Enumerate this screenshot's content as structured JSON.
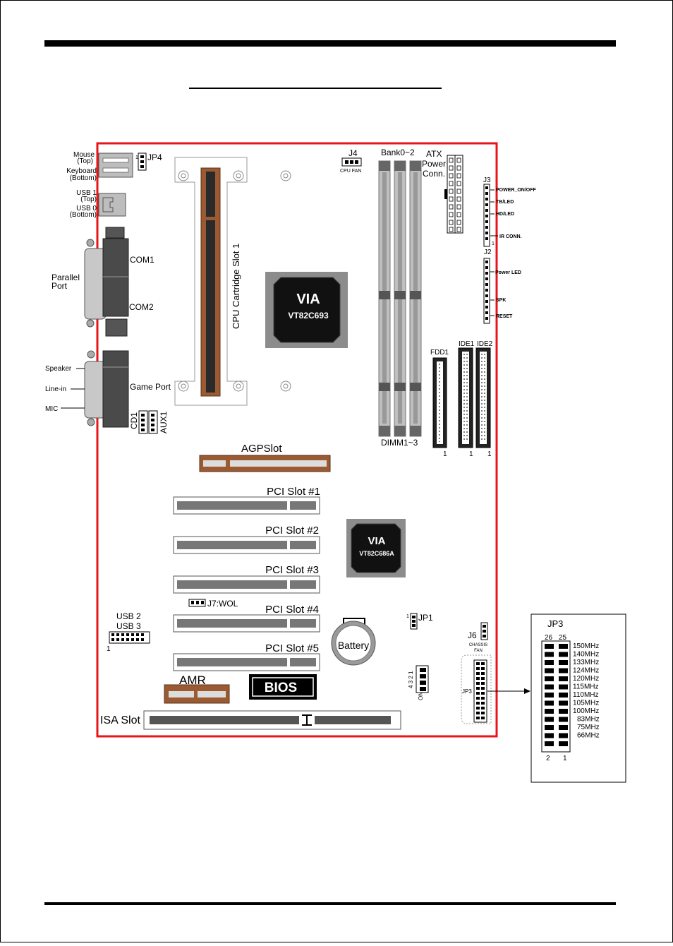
{
  "board": {
    "connectors_left": {
      "mouse": "Mouse",
      "mouse_sub": "(Top)",
      "keyboard": "Keyboard",
      "keyboard_sub": "(Bottom)",
      "usb1": "USB 1",
      "usb1_sub": "(Top)",
      "usb0": "USB 0",
      "usb0_sub": "(Bottom)",
      "parallel": "Parallel",
      "parallel_sub": "Port",
      "com1": "COM1",
      "com2": "COM2",
      "speaker": "Speaker",
      "line_in": "Line-in",
      "mic": "MIC",
      "game_port": "Game Port",
      "cd1": "CD1",
      "aux1": "AUX1",
      "jp4": "JP4",
      "jp4_pin": "1"
    },
    "cpu_slot": "CPU Cartridge Slot 1",
    "north_bridge": {
      "brand": "VIA",
      "model": "VT82C693"
    },
    "south_bridge": {
      "brand": "VIA",
      "model": "VT82C686A"
    },
    "j4": "J4",
    "cpu_fan": "CPU FAN",
    "bank": "Bank0~2",
    "atx": [
      "ATX",
      "Power",
      "Conn."
    ],
    "dimm": "DIMM1~3",
    "j3": "J3",
    "j3_pins": [
      "POWER_ON/OFF",
      "TB/LED",
      "HD/LED",
      "IR CONN."
    ],
    "j3_pin1": "1",
    "j2": "J2",
    "j2_pins": [
      "Power LED",
      "SPK",
      "RESET"
    ],
    "fdd1": "FDD1",
    "ide1": "IDE1",
    "ide2": "IDE2",
    "pin_one": "1",
    "agp": "AGPSlot",
    "pci": [
      "PCI Slot #1",
      "PCI Slot #2",
      "PCI Slot #3",
      "PCI Slot #4",
      "PCI Slot #5"
    ],
    "j7": "J7:WOL",
    "usb23": [
      "USB 2",
      "USB 3"
    ],
    "usb23_pin": "1",
    "battery": "Battery",
    "jp1": "JP1",
    "jp1_pin": "1",
    "j6": "J6",
    "chassis_fan": [
      "CHASSIS",
      "FAN"
    ],
    "dip_numbers": "4 3 2 1",
    "dip_on": "ON",
    "jp3_small": "JP3",
    "amr": "AMR",
    "bios": "BIOS",
    "isa": "ISA Slot"
  },
  "jp3_detail": {
    "title": "JP3",
    "top_pins": [
      "26",
      "25"
    ],
    "bottom_pins": [
      "2",
      "1"
    ],
    "freqs": [
      "150MHz",
      "140MHz",
      "133MHz",
      "124MHz",
      "120MHz",
      "115MHz",
      "110MHz",
      "105MHz",
      "100MHz",
      "83MHz",
      "75MHz",
      "66MHz"
    ]
  },
  "colors": {
    "board_outline": "#e8141b",
    "slot_brown": "#9b5a32",
    "chip_gray": "#8c8c8c"
  }
}
